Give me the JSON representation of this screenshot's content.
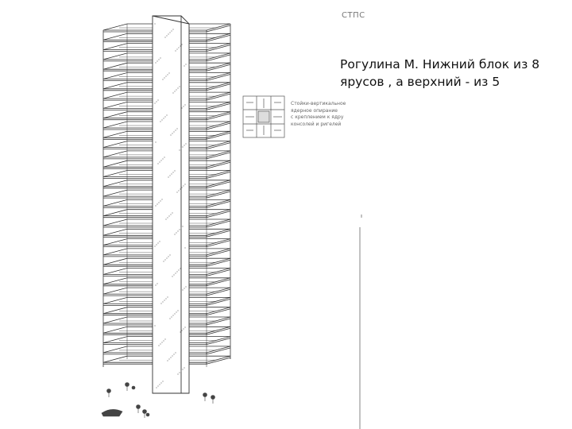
{
  "page_label": "СТПС",
  "caption": {
    "line1": "Рогулина М.   Нижний блок из 8",
    "line2": "ярусов , а верхний  -  из 5"
  },
  "legend": {
    "lines": [
      "Стойки-вертикальное",
      "ядерное опирание",
      "с креплением к ядру",
      "консолей и ригелей"
    ]
  }
}
